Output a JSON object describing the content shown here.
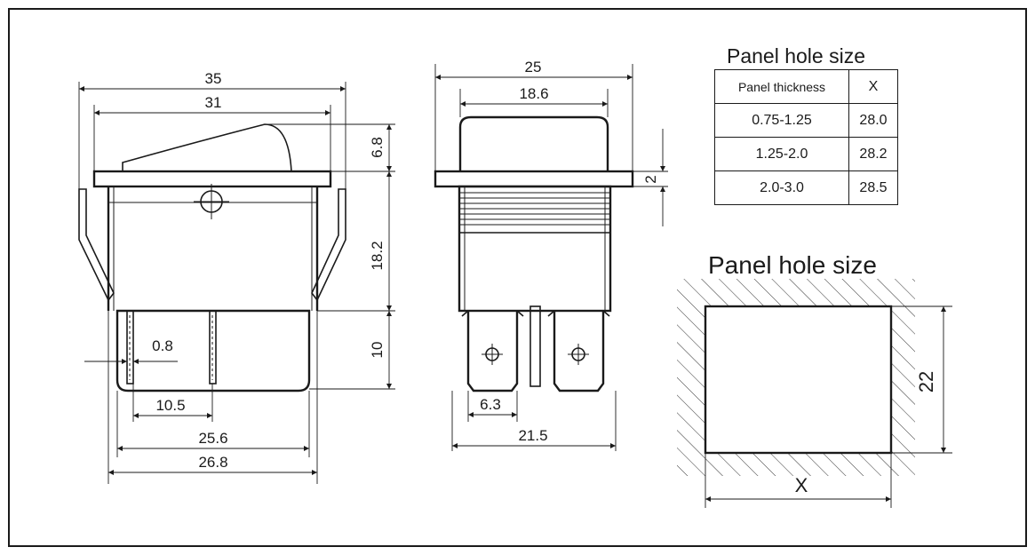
{
  "table": {
    "title": "Panel hole size",
    "header": [
      "Panel thickness",
      "X"
    ],
    "rows": [
      [
        "0.75-1.25",
        "28.0"
      ],
      [
        "1.25-2.0",
        "28.2"
      ],
      [
        "2.0-3.0",
        "28.5"
      ]
    ]
  },
  "hole": {
    "title": "Panel hole size",
    "width_label": "X",
    "height_label": "22"
  },
  "front_view": {
    "dims": {
      "overall_width": "35",
      "flange_width": "31",
      "actuator_height": "6.8",
      "body_height": "18.2",
      "terminal_height": "10",
      "terminal_thickness": "0.8",
      "terminal_pitch": "10.5",
      "base_width": "25.6",
      "outer_base_width": "26.8"
    }
  },
  "side_view": {
    "dims": {
      "flange_width": "25",
      "cap_width": "18.6",
      "flange_thickness": "2",
      "terminal_width": "6.3",
      "terminal_span": "21.5"
    }
  },
  "colors": {
    "line": "#1a1a1a",
    "background": "#ffffff",
    "hatch": "#333333"
  }
}
